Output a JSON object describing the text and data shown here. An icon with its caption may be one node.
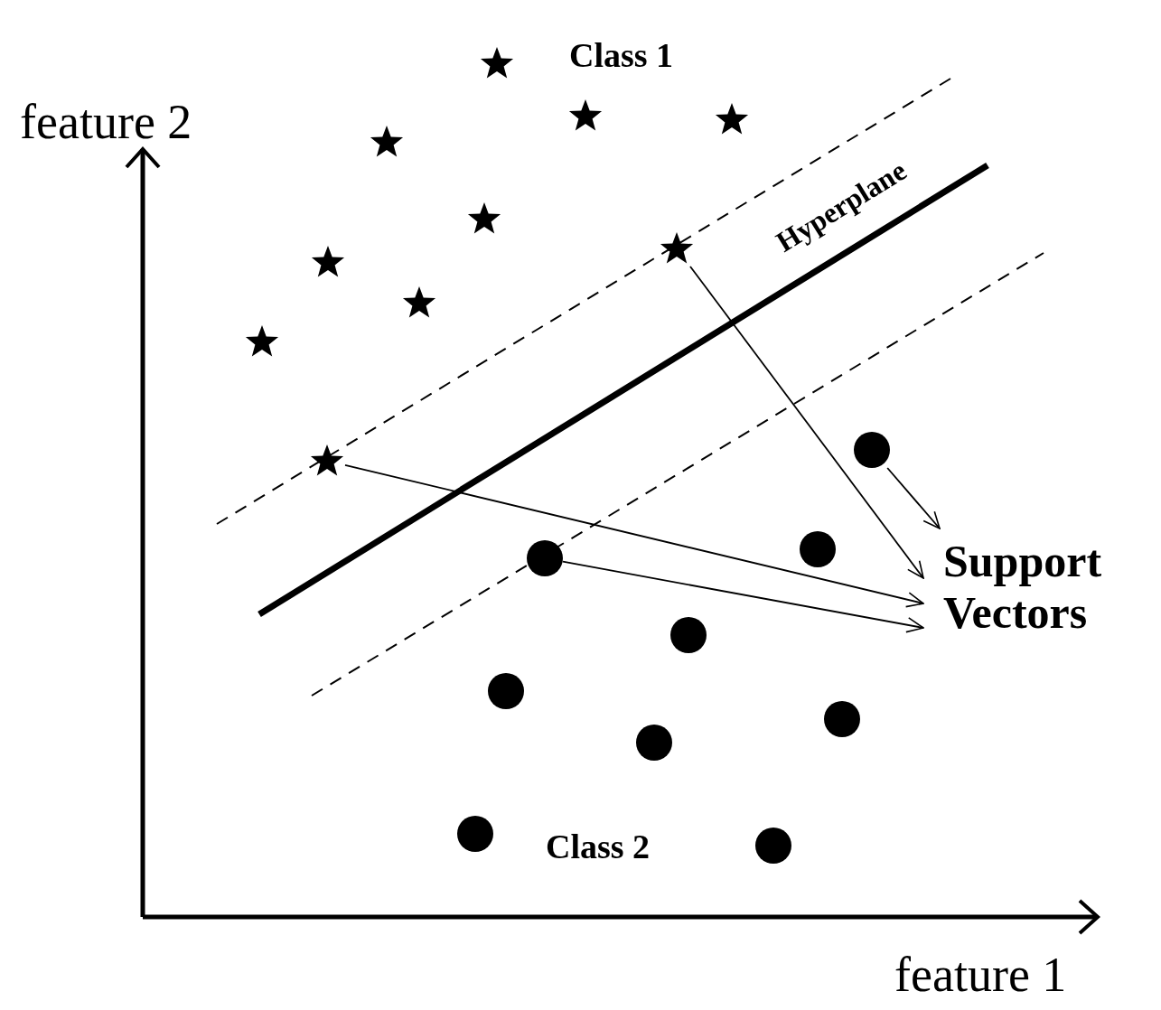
{
  "diagram": {
    "nodes": [
      {
        "text": [],
        "shape": "star"
      },
      {
        "text": [],
        "shape": "star"
      },
      {
        "text": [],
        "shape": "star"
      },
      {
        "text": [],
        "shape": "star"
      },
      {
        "text": [],
        "shape": "star"
      },
      {
        "text": [],
        "shape": "star"
      },
      {
        "text": [],
        "shape": "star"
      },
      {
        "text": [],
        "shape": "star"
      },
      {
        "text": [],
        "shape": "star"
      },
      {
        "text": [],
        "shape": "circle"
      },
      {
        "text": [],
        "shape": "star"
      },
      {
        "text": [
          "Support Vectors"
        ]
      },
      {
        "text": [],
        "shape": "circle"
      },
      {
        "text": [],
        "shape": "circle"
      },
      {
        "text": [],
        "shape": "circle"
      },
      {
        "text": [],
        "shape": "circle"
      },
      {
        "text": [],
        "shape": "circle"
      },
      {
        "text": [],
        "shape": "circle"
      },
      {
        "text": [],
        "shape": "circle"
      },
      {
        "text": [],
        "shape": "circle"
      }
    ],
    "edges": [
      {
        "from": 5,
        "to": 11,
        "arrow": "to"
      },
      {
        "from": 9,
        "to": 11,
        "arrow": "to"
      },
      {
        "from": 10,
        "to": 11,
        "arrow": "to"
      },
      {
        "from": 13,
        "to": 11,
        "arrow": "to"
      }
    ],
    "labels": [
      "Class 1",
      "feature 2",
      "Hyperplane",
      "Class 2",
      "feature 1"
    ]
  }
}
